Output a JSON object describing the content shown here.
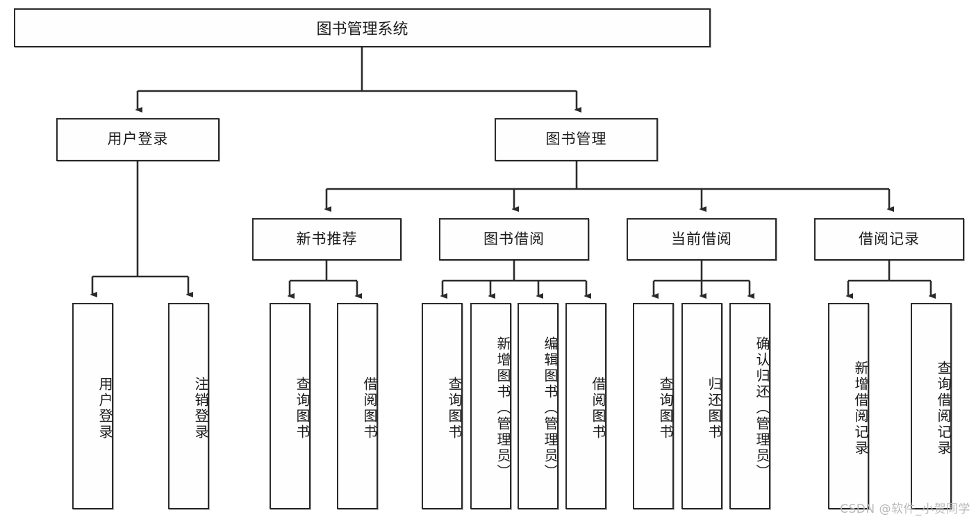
{
  "diagram": {
    "type": "tree",
    "title": "图书管理系统",
    "root": {
      "id": "root",
      "label": "图书管理系统"
    },
    "level2": [
      {
        "id": "user-login",
        "label": "用户登录"
      },
      {
        "id": "book-manage",
        "label": "图书管理"
      }
    ],
    "level3": [
      {
        "id": "new-book-recommend",
        "label": "新书推荐",
        "parent": "book-manage"
      },
      {
        "id": "book-borrow",
        "label": "图书借阅",
        "parent": "book-manage"
      },
      {
        "id": "current-borrow",
        "label": "当前借阅",
        "parent": "book-manage"
      },
      {
        "id": "borrow-record",
        "label": "借阅记录",
        "parent": "book-manage"
      }
    ],
    "leaves": [
      {
        "id": "leaf-user-login",
        "label": "用户登录",
        "parent": "user-login"
      },
      {
        "id": "leaf-logout",
        "label": "注销登录",
        "parent": "user-login"
      },
      {
        "id": "leaf-query-book-1",
        "label": "查询图书",
        "parent": "new-book-recommend"
      },
      {
        "id": "leaf-borrow-book-1",
        "label": "借阅图书",
        "parent": "new-book-recommend"
      },
      {
        "id": "leaf-query-book-2",
        "label": "查询图书",
        "parent": "book-borrow"
      },
      {
        "id": "leaf-add-book",
        "label": "新增图书（管理员）",
        "parent": "book-borrow"
      },
      {
        "id": "leaf-edit-book",
        "label": "编辑图书（管理员）",
        "parent": "book-borrow"
      },
      {
        "id": "leaf-borrow-book-2",
        "label": "借阅图书",
        "parent": "book-borrow"
      },
      {
        "id": "leaf-query-book-3",
        "label": "查询图书",
        "parent": "current-borrow"
      },
      {
        "id": "leaf-return-book",
        "label": "归还图书",
        "parent": "current-borrow"
      },
      {
        "id": "leaf-confirm-return",
        "label": "确认归还（管理员）",
        "parent": "current-borrow"
      },
      {
        "id": "leaf-add-record",
        "label": "新增借阅记录",
        "parent": "borrow-record"
      },
      {
        "id": "leaf-query-record",
        "label": "查询借阅记录",
        "parent": "borrow-record"
      }
    ],
    "colors": {
      "stroke": "#2b2b2b",
      "fill": "#fefefe",
      "text": "#1b1b1b",
      "watermark": "#b9b9b9"
    }
  },
  "watermark": {
    "text": "CSDN @软件_小贺同学"
  }
}
